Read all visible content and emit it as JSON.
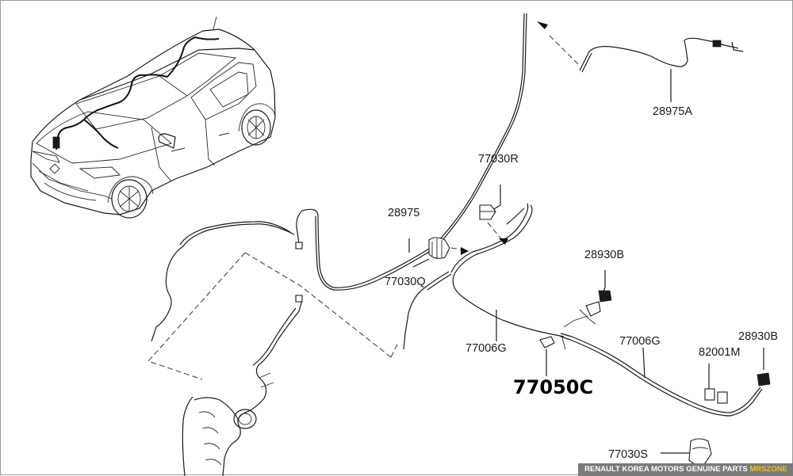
{
  "callouts": {
    "p28975A": "28975A",
    "p77030R": "77030R",
    "p28975": "28975",
    "p77030Q": "77030Q",
    "p28930B_upper": "28930B",
    "p77006G_left": "77006G",
    "p77006G_right": "77006G",
    "p82001M": "82001M",
    "p28930B_right": "28930B",
    "p77050C": "77050C",
    "p77030S": "77030S"
  },
  "footer": {
    "text": "RENAULT KOREA MOTORS GENUINE PARTS",
    "brand": "MRSZONE"
  },
  "colors": {
    "line": "#1a1a1a",
    "footer_bg": "#7a7a7a",
    "brand": "#f2c21b"
  }
}
